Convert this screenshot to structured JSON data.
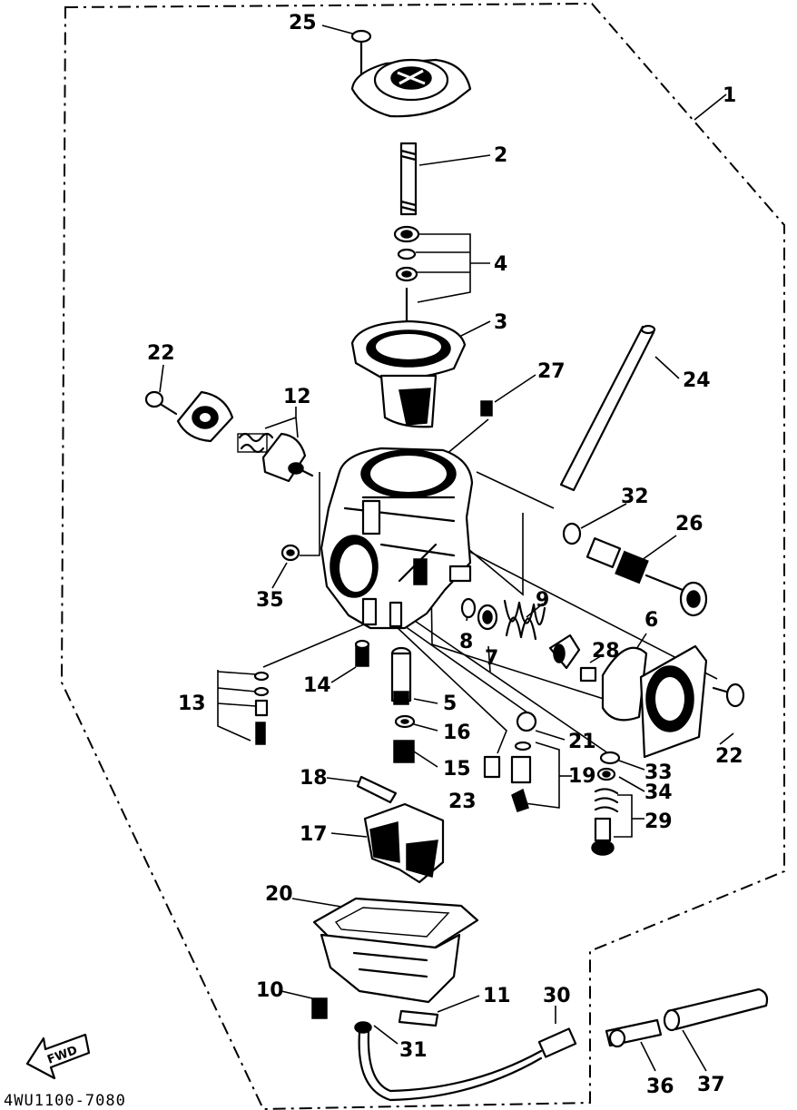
{
  "diagram": {
    "code": "4WU1100-7080",
    "fwd_label": "FWD",
    "callouts": {
      "c1": "1",
      "c2": "2",
      "c3": "3",
      "c4": "4",
      "c5": "5",
      "c6": "6",
      "c7": "7",
      "c8": "8",
      "c9": "9",
      "c10": "10",
      "c11": "11",
      "c12": "12",
      "c13": "13",
      "c14": "14",
      "c15": "15",
      "c16": "16",
      "c17": "17",
      "c18": "18",
      "c19": "19",
      "c20": "20",
      "c21": "21",
      "c22a": "22",
      "c22b": "22",
      "c23": "23",
      "c24": "24",
      "c25": "25",
      "c26": "26",
      "c27": "27",
      "c28": "28",
      "c29": "29",
      "c30": "30",
      "c31": "31",
      "c32": "32",
      "c33": "33",
      "c34": "34",
      "c35": "35",
      "c36": "36",
      "c37": "37"
    }
  }
}
